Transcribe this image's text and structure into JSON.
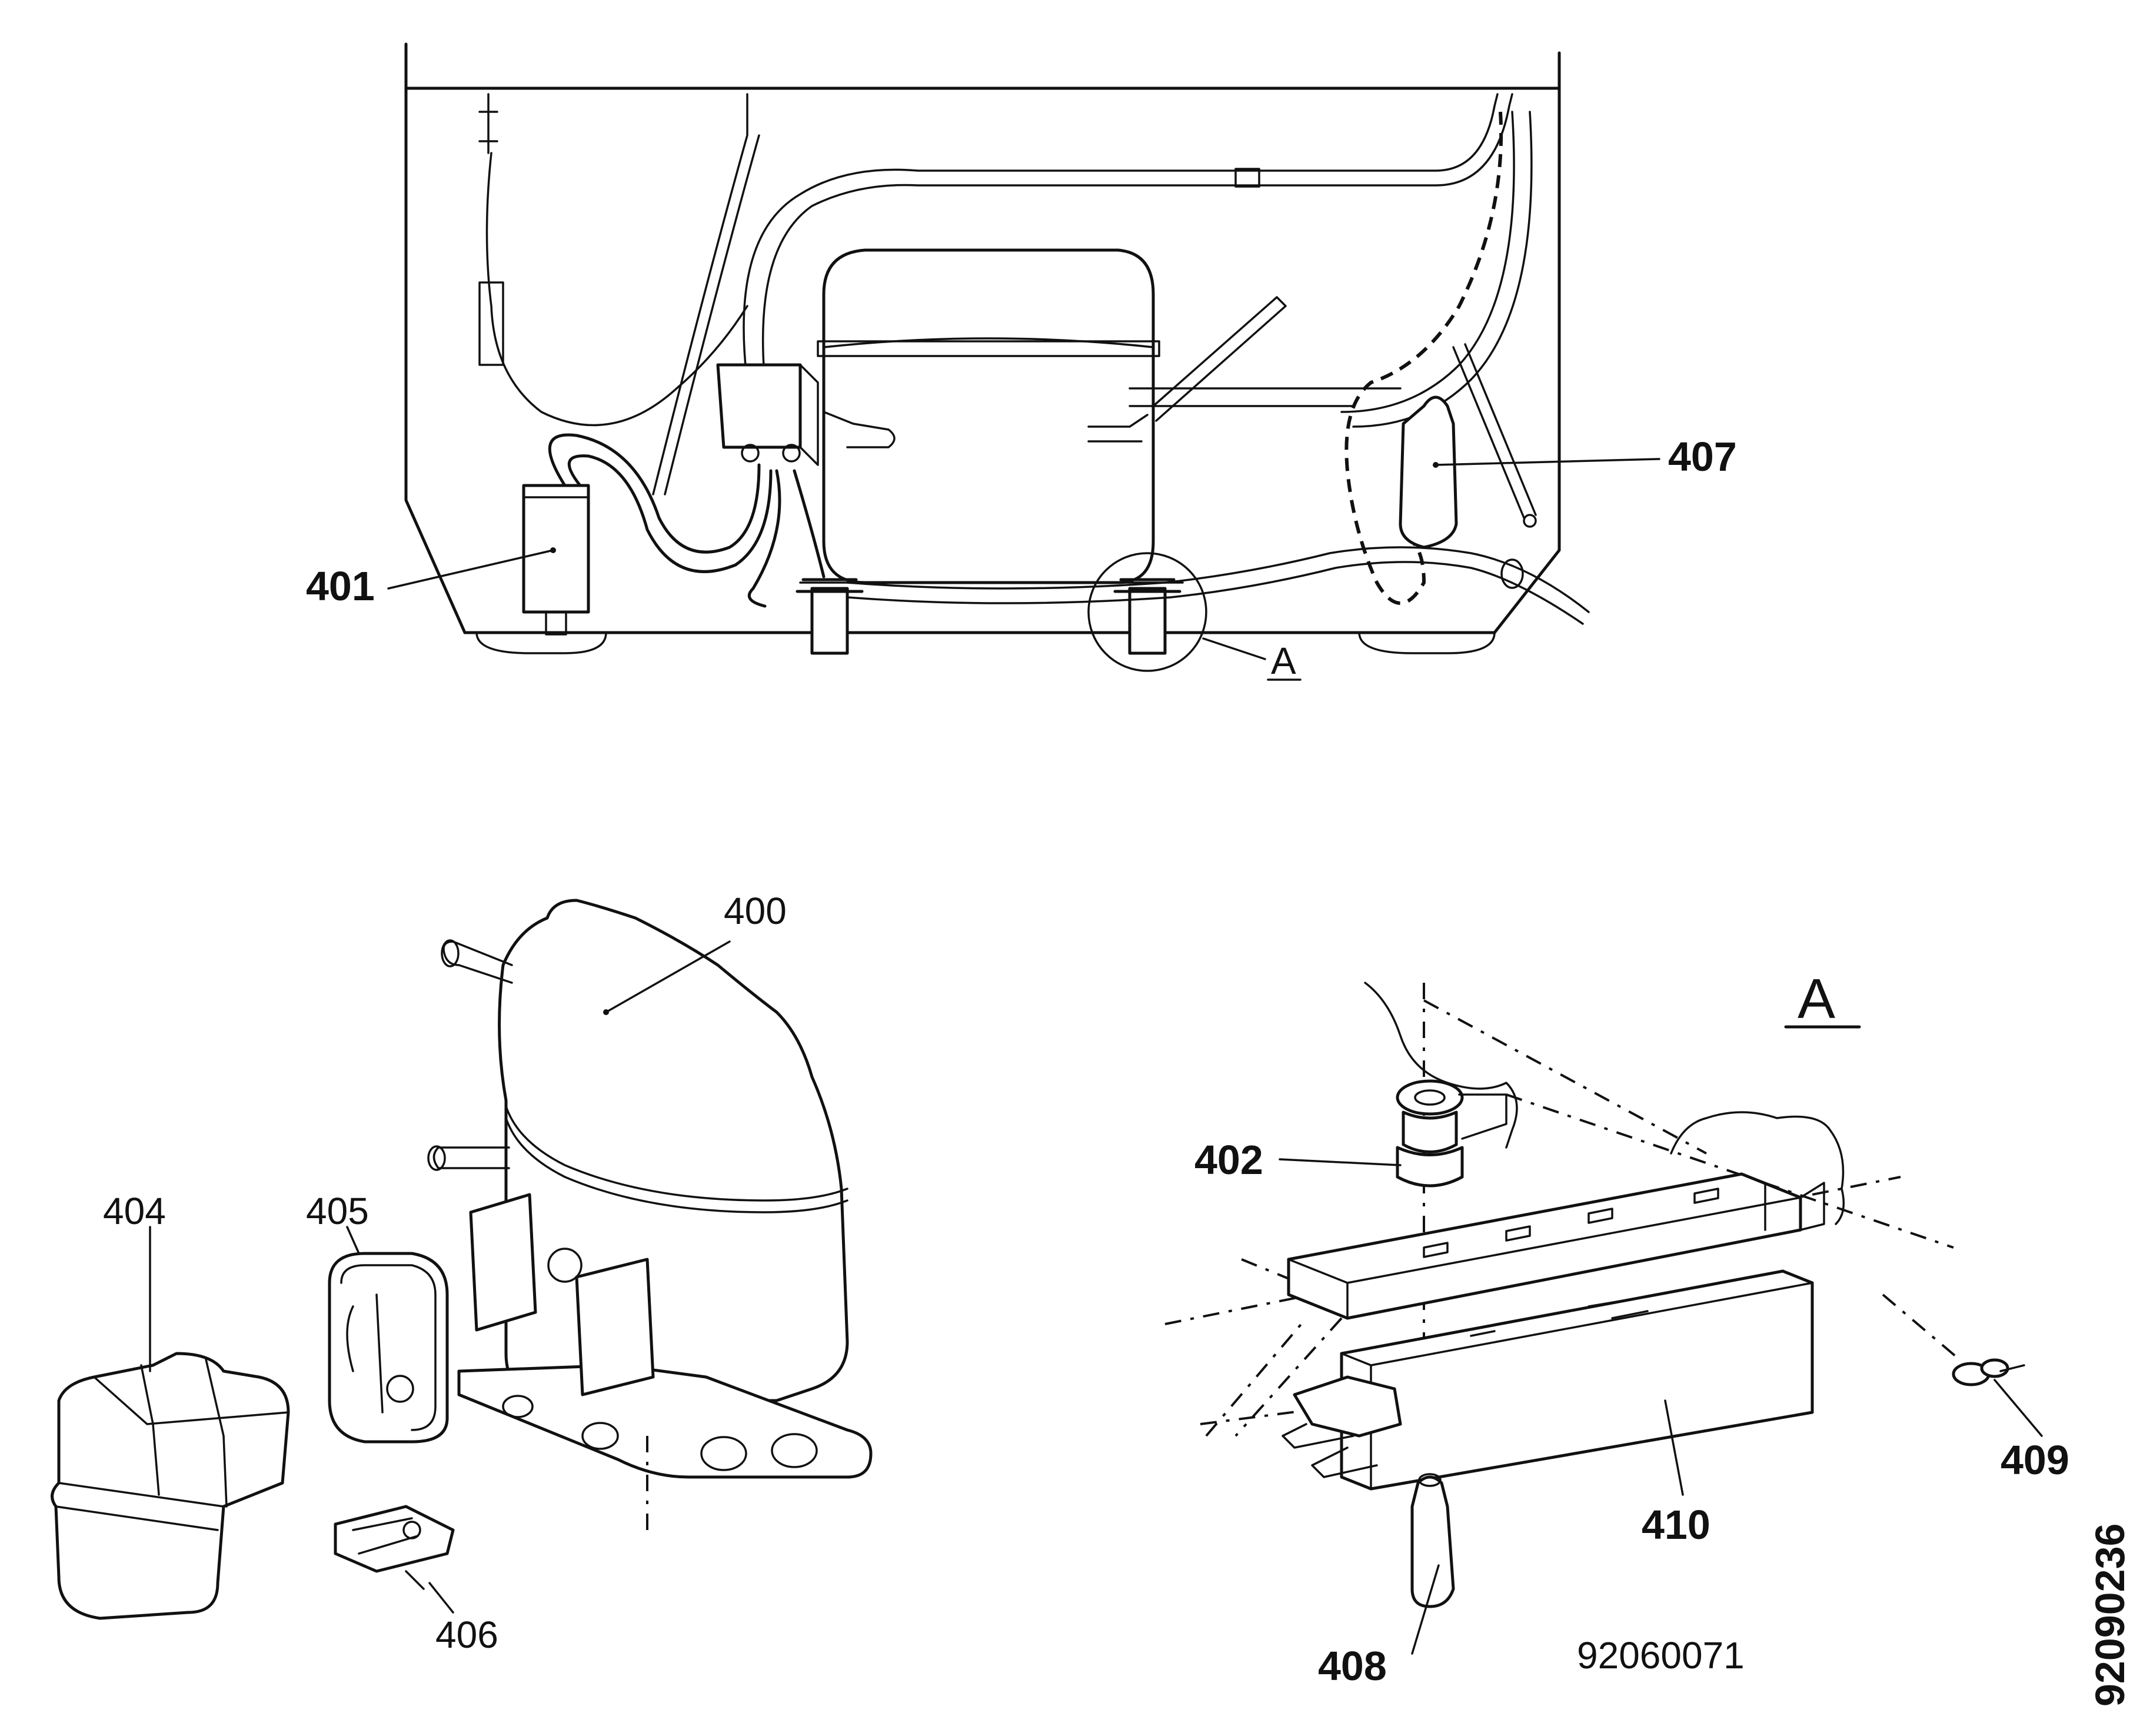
{
  "labels": {
    "p400": "400",
    "p401": "401",
    "p402": "402",
    "p404": "404",
    "p405": "405",
    "p406": "406",
    "p407": "407",
    "p408": "408",
    "p409": "409",
    "p410": "410",
    "detail_ref": "A",
    "detail_title": "A",
    "drawing_number": "92060071",
    "sheet_number": "92090236"
  }
}
